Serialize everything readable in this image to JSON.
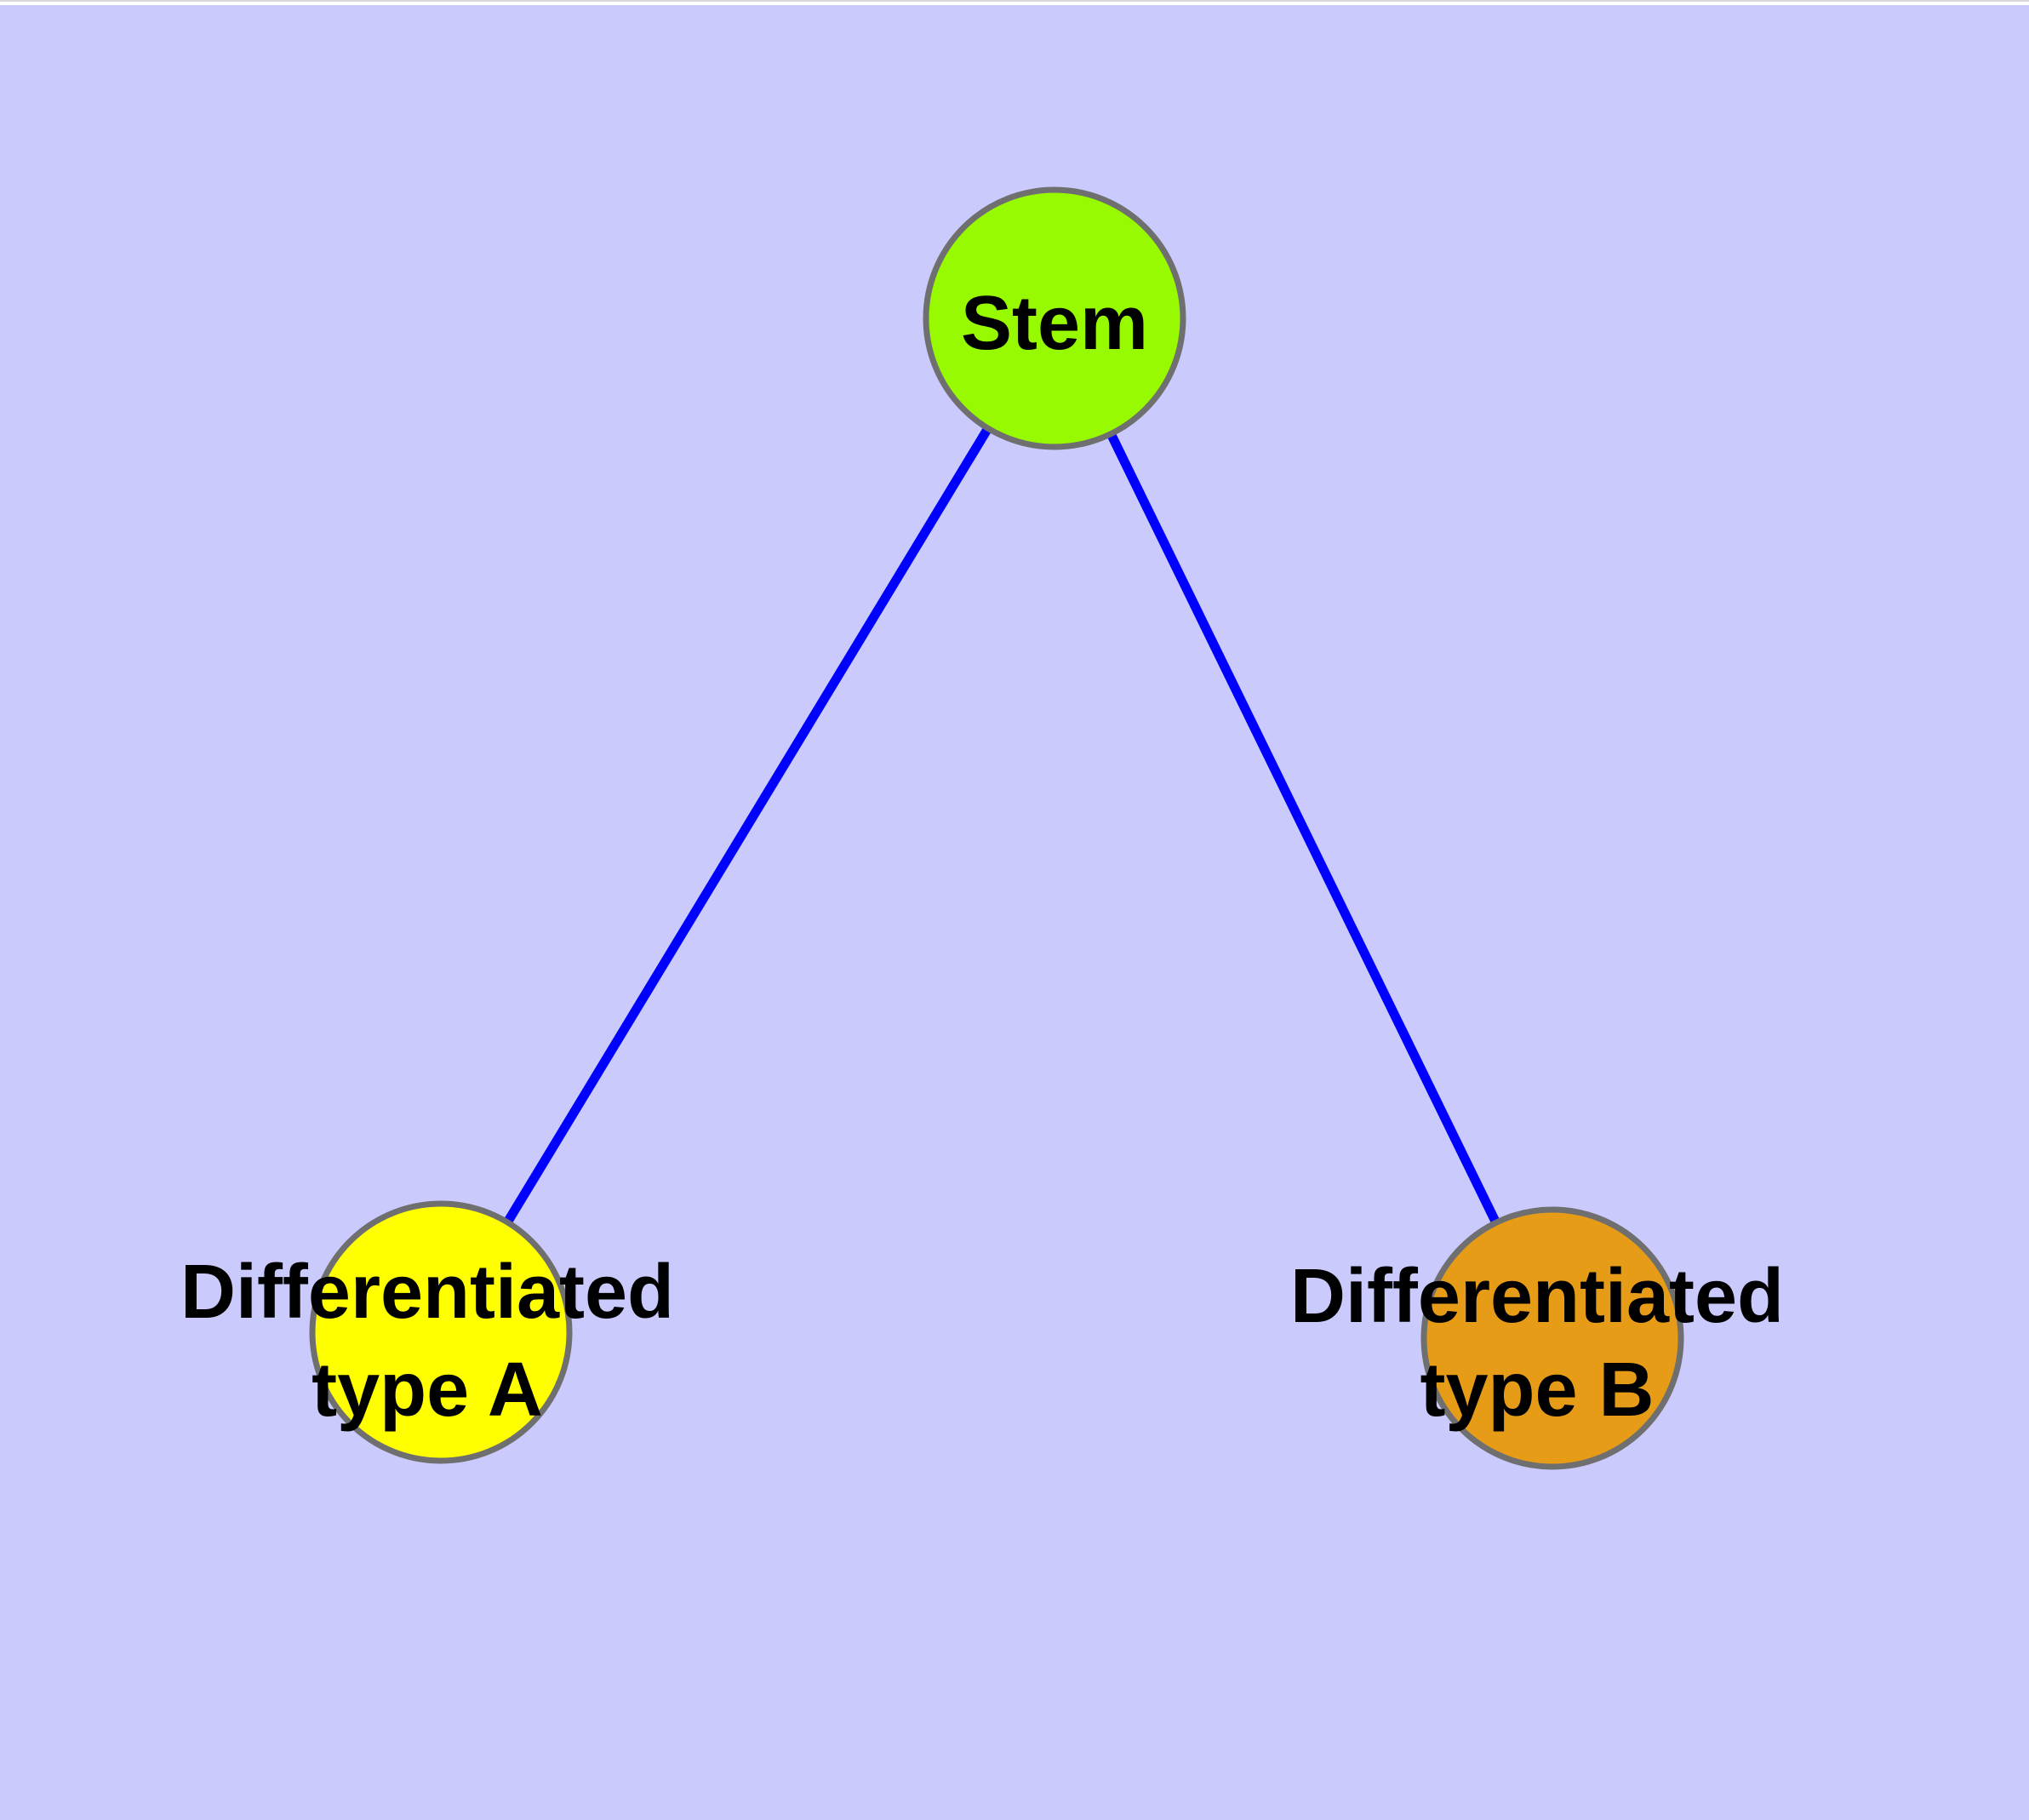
{
  "diagram": {
    "type": "graph",
    "background_color": "#cacafc",
    "top_strip_color": "#ffffff",
    "top_hairline_color": "#d8d8d8",
    "edge_color": "#0000ff",
    "node_border_color": "#6f6f6f",
    "label_color": "#000000",
    "nodes": [
      {
        "id": "stem",
        "lines": [
          "Stem"
        ],
        "fill": "#98fa00"
      },
      {
        "id": "differentiated-type-a",
        "lines": [
          "Differentiated",
          "type A"
        ],
        "fill": "#ffff00"
      },
      {
        "id": "differentiated-type-b",
        "lines": [
          "Differentiated",
          "type B"
        ],
        "fill": "#e69c17"
      }
    ],
    "edges": [
      {
        "from": "stem",
        "to": "differentiated-type-a"
      },
      {
        "from": "stem",
        "to": "differentiated-type-b"
      }
    ]
  }
}
